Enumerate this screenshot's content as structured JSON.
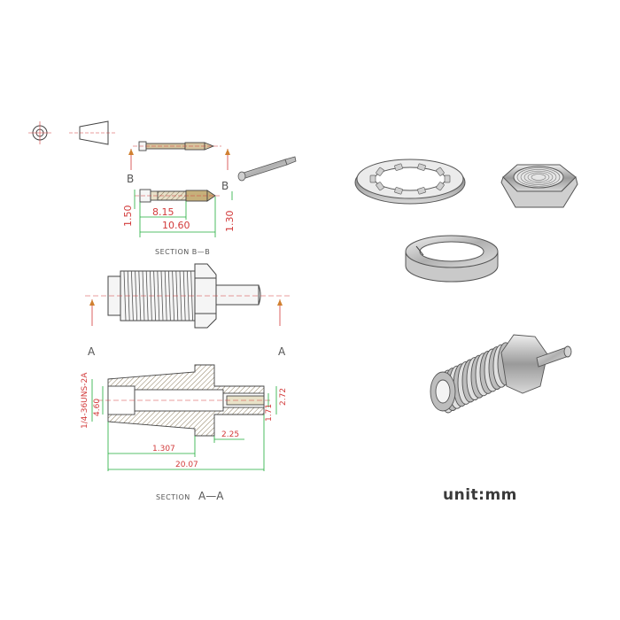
{
  "labels": {
    "section_bb": "SECTION B—B",
    "section_aa_prefix": "SECTION",
    "section_aa_mark": "A—A",
    "mark_b": "B",
    "mark_a": "A",
    "unit": "unit:mm"
  },
  "dimensions": {
    "pin_len_inner": "8.15",
    "pin_len_total": "10.60",
    "pin_dia_left": "1.50",
    "pin_dia_right": "1.30",
    "thread_spec": "1/4-36UNS-2A",
    "bore_dia": "4.60",
    "pin_dia_a": "1.71",
    "pin_dia_b": "2.72",
    "len_nut": "2.25",
    "len_body": "1.307",
    "len_total": "20.07"
  },
  "colors": {
    "outline": "#444444",
    "dimension": "#1fae3a",
    "text_red": "#d23a3a",
    "hatch": "#a89a7a",
    "pin_fill": "#c8a873"
  }
}
